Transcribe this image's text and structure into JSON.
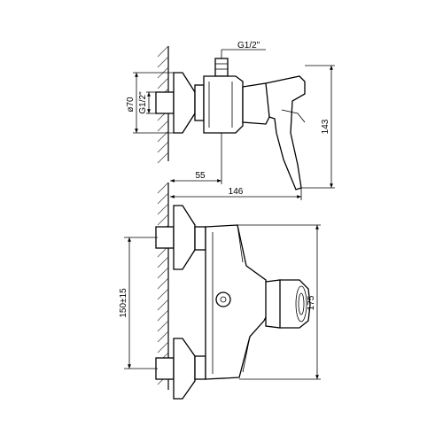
{
  "dimensions": {
    "g_top": "G1/2\"",
    "g_side": "G1/2\"",
    "phi": "ø70",
    "d55": "55",
    "d146": "146",
    "d143": "143",
    "d150": "150±15",
    "d175": "175"
  },
  "colors": {
    "line": "#000000",
    "background": "#ffffff"
  }
}
